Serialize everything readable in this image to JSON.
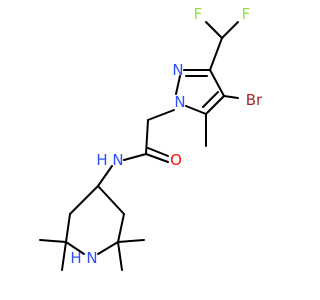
{
  "molecule": {
    "atom_labels": {
      "F1": "F",
      "F2": "F",
      "N_pyrazole": "N",
      "N1_pyrazole": "N",
      "Br": "Br",
      "NH_amide": "N",
      "H_amide": "H",
      "O": "O",
      "NH_piperidine": "N",
      "H_piperidine": "H"
    },
    "colors": {
      "carbon_bond": "#000000",
      "nitrogen": "#3050F8",
      "oxygen": "#FF0D0D",
      "fluorine": "#90E050",
      "bromine": "#A62929"
    }
  }
}
